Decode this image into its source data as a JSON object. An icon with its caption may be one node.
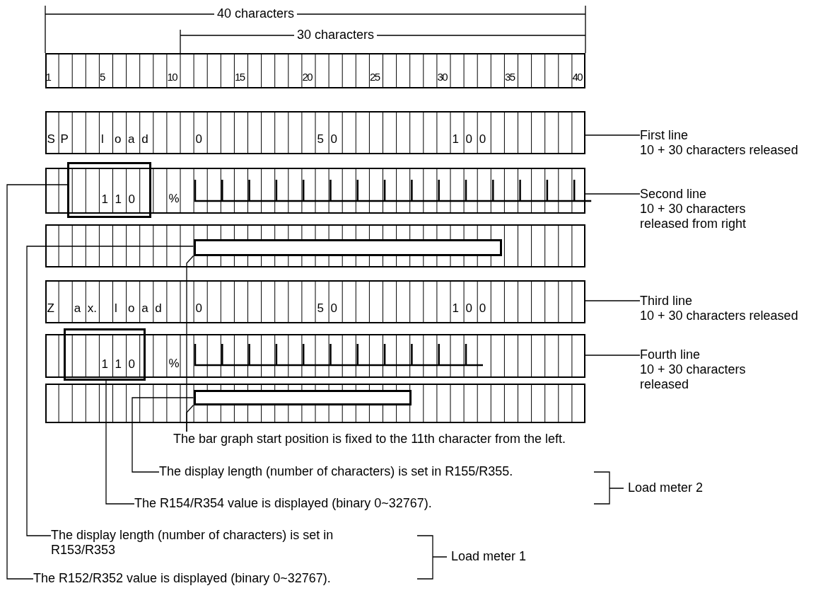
{
  "diagram": {
    "nodes": [
      {
        "text": [
          "1",
          "5",
          "10",
          "15",
          "20",
          "25",
          "30",
          "35",
          "40"
        ]
      },
      {
        "text": [
          "S",
          "P",
          "l",
          "o",
          "a",
          "d",
          "0",
          "5",
          "0",
          "1",
          "0",
          "0"
        ]
      },
      {
        "text": [
          "First line",
          "10 + 30 characters released"
        ]
      },
      {
        "text": [
          "%"
        ]
      },
      {
        "text": [
          "1",
          "1",
          "0"
        ]
      },
      {
        "text": [
          "Second line",
          "10 + 30 characters released from right"
        ]
      },
      {
        "text": [],
        "shape": "box"
      },
      {
        "text": [],
        "shape": "bar",
        "in": 6
      },
      {
        "text": [
          "Z",
          "a",
          "x.",
          "l",
          "o",
          "a",
          "d",
          "0",
          "5",
          "0",
          "1",
          "0",
          "0"
        ]
      },
      {
        "text": [
          "Third line",
          "10 + 30 characters released"
        ]
      },
      {
        "text": [
          "%"
        ]
      },
      {
        "text": [
          "1",
          "1",
          "0"
        ]
      },
      {
        "text": [
          "Fourth line",
          "10 + 30 characters released"
        ]
      },
      {
        "text": [],
        "shape": "box"
      },
      {
        "text": [],
        "shape": "bar",
        "in": 13
      },
      {
        "text": [
          "The bar graph start position is fixed to the 11th character from the left."
        ]
      },
      {
        "text": [
          "The display length (number of characters) is set in R155/R355."
        ]
      },
      {
        "text": [
          "The R154/R354 value is displayed (binary 0~32767)."
        ]
      },
      {
        "text": [
          "The display length (number of characters) is set in R153/R353"
        ]
      },
      {
        "text": [
          "The R152/R352 value is displayed (binary 0~32767)."
        ]
      }
    ],
    "edges": [
      {
        "from": 2,
        "to": 1,
        "arrow": "none"
      },
      {
        "from": 5,
        "to": 3,
        "arrow": "none"
      },
      {
        "from": 9,
        "to": 8,
        "arrow": "none"
      },
      {
        "from": 12,
        "to": 10,
        "arrow": "none"
      },
      {
        "from": 15,
        "to": 7,
        "arrow": "none"
      },
      {
        "from": 15,
        "to": 14,
        "arrow": "none"
      },
      {
        "from": 16,
        "to": 14,
        "arrow": "none"
      },
      {
        "from": 17,
        "to": 11,
        "arrow": "none"
      },
      {
        "from": 18,
        "to": 7,
        "arrow": "none"
      },
      {
        "from": 19,
        "to": 4,
        "arrow": "none"
      }
    ],
    "labels": [
      "40 characters",
      "30 characters",
      "Load meter 2",
      "Load meter 1"
    ]
  }
}
